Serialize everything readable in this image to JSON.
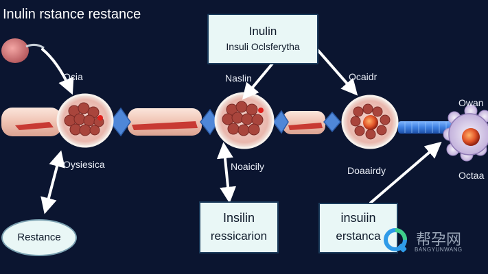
{
  "title": "Inulin rstance restance",
  "top_box": {
    "line1": "Inulin",
    "line2": "Insuli Oclsferytha"
  },
  "labels": {
    "ocia": "Ocia",
    "naslin": "Naslin",
    "ocaidr": "Ocaidr",
    "owan": "Owan",
    "oysiesica": "Oysiesica",
    "noaicily": "Noaicily",
    "doaairdy": "Doaairdy",
    "octaa": "Octaa"
  },
  "resistance_oval": "Restance",
  "box_mid": {
    "line1": "Insilin",
    "line2": "ressicarion"
  },
  "box_right": {
    "line1": "insuiin",
    "line2": "erstanca"
  },
  "watermark": {
    "title": "帮孕网",
    "subtitle": "BANGYUNWANG"
  }
}
